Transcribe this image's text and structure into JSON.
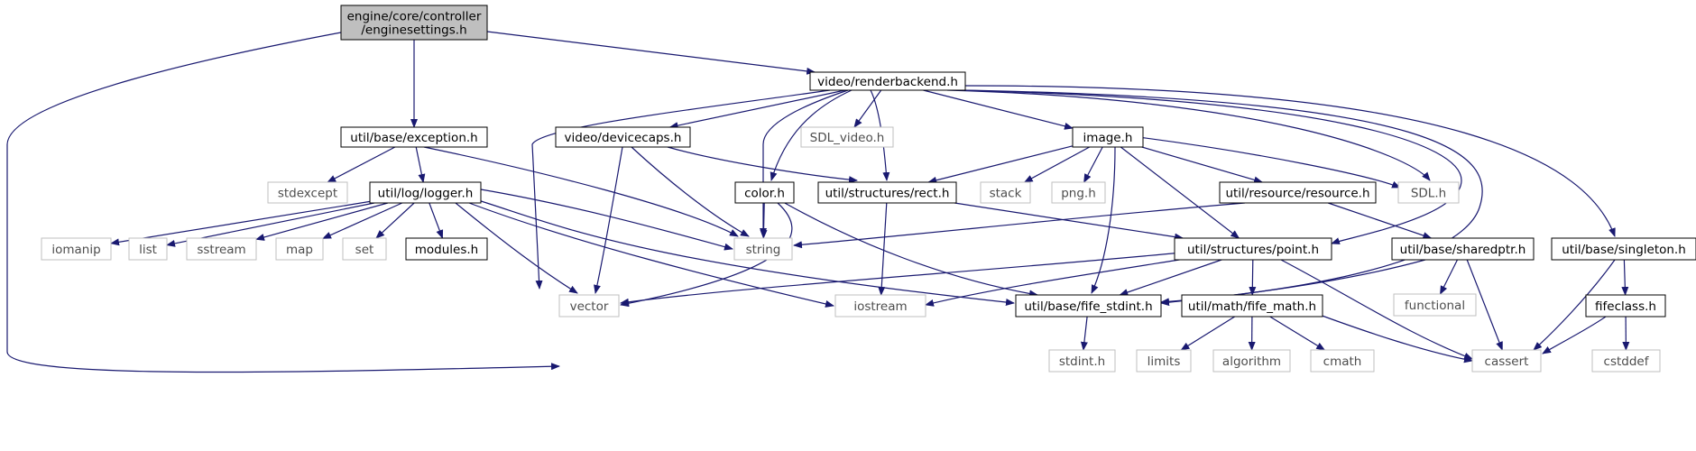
{
  "colors": {
    "edge": "#191970",
    "node_border": "#000000",
    "node_border_external": "#bfbfbf",
    "root_fill": "#bfbfbf",
    "node_fill": "#ffffff",
    "text_dark": "#000000",
    "text_external": "#4d4d4d"
  },
  "nodes": [
    {
      "id": "root",
      "lines": [
        "engine/core/controller",
        "/enginesettings.h"
      ],
      "kind": "root"
    },
    {
      "id": "renderbackend",
      "lines": [
        "video/renderbackend.h"
      ],
      "kind": "doc"
    },
    {
      "id": "exception",
      "lines": [
        "util/base/exception.h"
      ],
      "kind": "doc"
    },
    {
      "id": "devicecaps",
      "lines": [
        "video/devicecaps.h"
      ],
      "kind": "doc"
    },
    {
      "id": "sdl_video",
      "lines": [
        "SDL_video.h"
      ],
      "kind": "ext"
    },
    {
      "id": "image",
      "lines": [
        "image.h"
      ],
      "kind": "doc"
    },
    {
      "id": "stdexcept",
      "lines": [
        "stdexcept"
      ],
      "kind": "ext"
    },
    {
      "id": "logger",
      "lines": [
        "util/log/logger.h"
      ],
      "kind": "doc"
    },
    {
      "id": "color",
      "lines": [
        "color.h"
      ],
      "kind": "doc"
    },
    {
      "id": "rect",
      "lines": [
        "util/structures/rect.h"
      ],
      "kind": "doc"
    },
    {
      "id": "stack",
      "lines": [
        "stack"
      ],
      "kind": "ext"
    },
    {
      "id": "png",
      "lines": [
        "png.h"
      ],
      "kind": "ext"
    },
    {
      "id": "resource",
      "lines": [
        "util/resource/resource.h"
      ],
      "kind": "doc"
    },
    {
      "id": "sdl",
      "lines": [
        "SDL.h"
      ],
      "kind": "ext"
    },
    {
      "id": "iomanip",
      "lines": [
        "iomanip"
      ],
      "kind": "ext"
    },
    {
      "id": "list",
      "lines": [
        "list"
      ],
      "kind": "ext"
    },
    {
      "id": "sstream",
      "lines": [
        "sstream"
      ],
      "kind": "ext"
    },
    {
      "id": "map",
      "lines": [
        "map"
      ],
      "kind": "ext"
    },
    {
      "id": "set",
      "lines": [
        "set"
      ],
      "kind": "ext"
    },
    {
      "id": "modules",
      "lines": [
        "modules.h"
      ],
      "kind": "doc"
    },
    {
      "id": "string",
      "lines": [
        "string"
      ],
      "kind": "ext"
    },
    {
      "id": "point",
      "lines": [
        "util/structures/point.h"
      ],
      "kind": "doc"
    },
    {
      "id": "sharedptr",
      "lines": [
        "util/base/sharedptr.h"
      ],
      "kind": "doc"
    },
    {
      "id": "singleton",
      "lines": [
        "util/base/singleton.h"
      ],
      "kind": "doc"
    },
    {
      "id": "functional",
      "lines": [
        "functional"
      ],
      "kind": "ext"
    },
    {
      "id": "vector",
      "lines": [
        "vector"
      ],
      "kind": "ext"
    },
    {
      "id": "iostream",
      "lines": [
        "iostream"
      ],
      "kind": "ext"
    },
    {
      "id": "fife_stdint",
      "lines": [
        "util/base/fife_stdint.h"
      ],
      "kind": "doc"
    },
    {
      "id": "fife_math",
      "lines": [
        "util/math/fife_math.h"
      ],
      "kind": "doc"
    },
    {
      "id": "fifeclass",
      "lines": [
        "fifeclass.h"
      ],
      "kind": "doc"
    },
    {
      "id": "stdint",
      "lines": [
        "stdint.h"
      ],
      "kind": "ext"
    },
    {
      "id": "limits",
      "lines": [
        "limits"
      ],
      "kind": "ext"
    },
    {
      "id": "algorithm",
      "lines": [
        "algorithm"
      ],
      "kind": "ext"
    },
    {
      "id": "cmath",
      "lines": [
        "cmath"
      ],
      "kind": "ext"
    },
    {
      "id": "cassert",
      "lines": [
        "cassert"
      ],
      "kind": "ext"
    },
    {
      "id": "cstddef",
      "lines": [
        "cstddef"
      ],
      "kind": "ext"
    }
  ],
  "edges": [
    [
      "root",
      "renderbackend"
    ],
    [
      "root",
      "exception"
    ],
    [
      "root",
      "vector"
    ],
    [
      "renderbackend",
      "devicecaps"
    ],
    [
      "renderbackend",
      "sdl_video"
    ],
    [
      "renderbackend",
      "image"
    ],
    [
      "renderbackend",
      "color"
    ],
    [
      "renderbackend",
      "rect"
    ],
    [
      "renderbackend",
      "string"
    ],
    [
      "renderbackend",
      "vector"
    ],
    [
      "renderbackend",
      "sdl"
    ],
    [
      "renderbackend",
      "point"
    ],
    [
      "renderbackend",
      "fife_stdint"
    ],
    [
      "renderbackend",
      "singleton"
    ],
    [
      "exception",
      "stdexcept"
    ],
    [
      "exception",
      "logger"
    ],
    [
      "exception",
      "string"
    ],
    [
      "logger",
      "iomanip"
    ],
    [
      "logger",
      "list"
    ],
    [
      "logger",
      "sstream"
    ],
    [
      "logger",
      "map"
    ],
    [
      "logger",
      "set"
    ],
    [
      "logger",
      "modules"
    ],
    [
      "logger",
      "string"
    ],
    [
      "logger",
      "vector"
    ],
    [
      "logger",
      "iostream"
    ],
    [
      "logger",
      "fife_stdint"
    ],
    [
      "devicecaps",
      "rect"
    ],
    [
      "devicecaps",
      "string"
    ],
    [
      "devicecaps",
      "vector"
    ],
    [
      "image",
      "rect"
    ],
    [
      "image",
      "stack"
    ],
    [
      "image",
      "png"
    ],
    [
      "image",
      "resource"
    ],
    [
      "image",
      "sdl"
    ],
    [
      "image",
      "point"
    ],
    [
      "image",
      "fife_stdint"
    ],
    [
      "color",
      "string"
    ],
    [
      "color",
      "vector"
    ],
    [
      "color",
      "fife_stdint"
    ],
    [
      "rect",
      "point"
    ],
    [
      "rect",
      "iostream"
    ],
    [
      "resource",
      "string"
    ],
    [
      "resource",
      "sharedptr"
    ],
    [
      "point",
      "vector"
    ],
    [
      "point",
      "iostream"
    ],
    [
      "point",
      "fife_stdint"
    ],
    [
      "point",
      "fife_math"
    ],
    [
      "point",
      "cassert"
    ],
    [
      "sharedptr",
      "functional"
    ],
    [
      "sharedptr",
      "cassert"
    ],
    [
      "sharedptr",
      "fife_stdint"
    ],
    [
      "singleton",
      "fifeclass"
    ],
    [
      "singleton",
      "cassert"
    ],
    [
      "fife_stdint",
      "stdint"
    ],
    [
      "fife_math",
      "limits"
    ],
    [
      "fife_math",
      "algorithm"
    ],
    [
      "fife_math",
      "cmath"
    ],
    [
      "fife_math",
      "cassert"
    ],
    [
      "fifeclass",
      "cassert"
    ],
    [
      "fifeclass",
      "cstddef"
    ]
  ]
}
